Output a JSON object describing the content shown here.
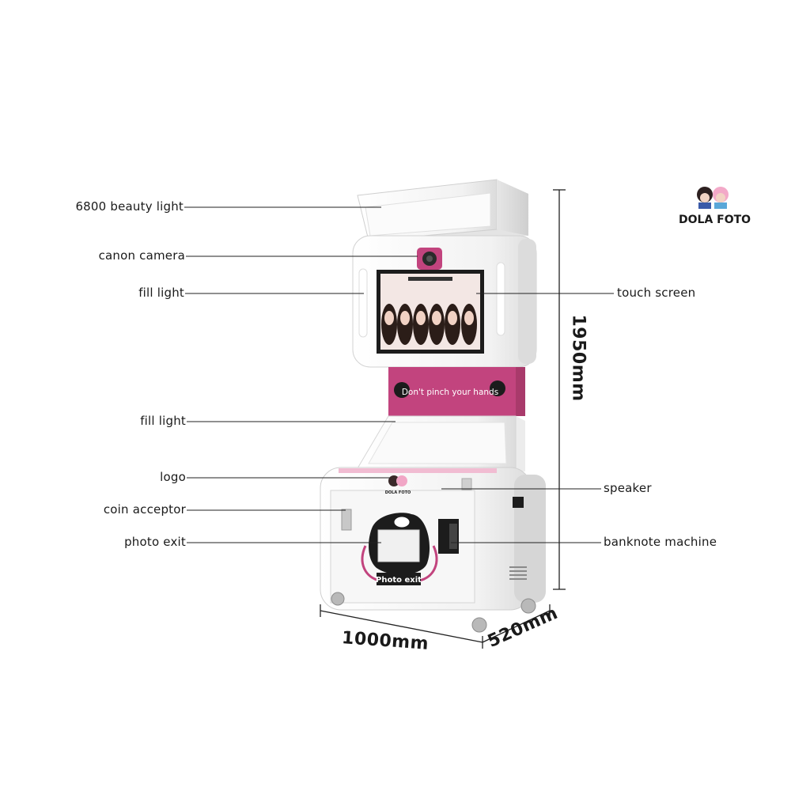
{
  "brand": {
    "name": "DOLA FOTO"
  },
  "labels": {
    "beauty_light": "6800 beauty light",
    "camera": "canon camera",
    "fill_light_top": "fill light",
    "touch_screen": "touch screen",
    "fill_light_bottom": "fill light",
    "logo": "logo",
    "speaker": "speaker",
    "coin_acceptor": "coin acceptor",
    "photo_exit": "photo exit",
    "banknote_machine": "banknote machine"
  },
  "dimensions": {
    "height": "1950mm",
    "width": "1000mm",
    "depth": "520mm"
  },
  "machine_text": {
    "banner": "Don't pinch your hands",
    "exit_sign": "Photo exit",
    "logo_text": "DOLA FOTO"
  },
  "colors": {
    "accent_pink": "#c2447e",
    "body_white": "#f4f4f4",
    "screen_frame": "#1c1c1c"
  }
}
